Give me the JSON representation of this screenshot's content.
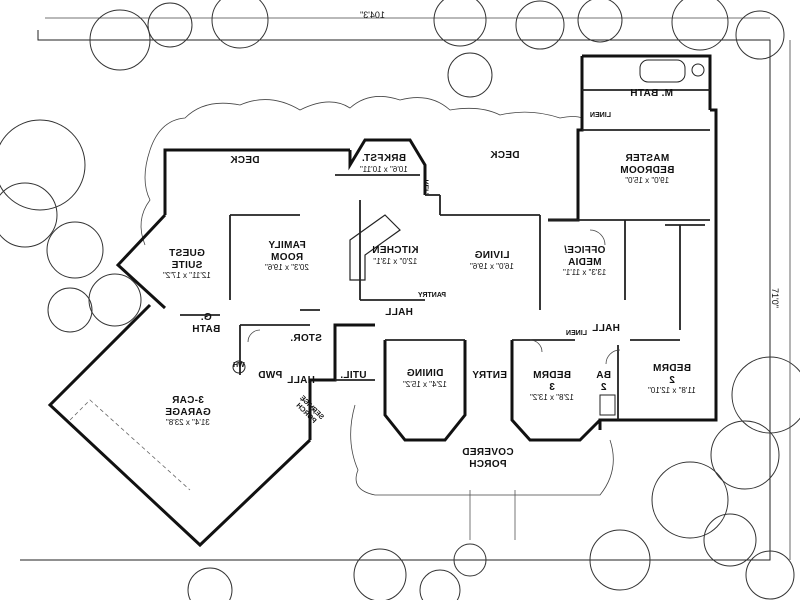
{
  "plan": {
    "overall_width": "104'3\"",
    "overall_depth": "71'0\"",
    "rooms": {
      "m_bath": {
        "name": "M. BATH",
        "dims": ""
      },
      "linen_top": {
        "name": "LINEN",
        "dims": ""
      },
      "master_bedroom": {
        "name_line1": "MASTER",
        "name_line2": "BEDROOM",
        "dims": "19'0\" x 15'0\""
      },
      "deck_left": {
        "name": "DECK",
        "dims": ""
      },
      "deck_right": {
        "name": "DECK",
        "dims": ""
      },
      "brkfst": {
        "name": "BRKFST.",
        "dims": "10'6\" x 10'11\""
      },
      "family_room": {
        "name_line1": "FAMILY",
        "name_line2": "ROOM",
        "dims": "20'3\" x 19'6\""
      },
      "kitchen": {
        "name": "KITCHEN",
        "dims": "12'0\" x 13'1\""
      },
      "living": {
        "name": "LIVING",
        "dims": "16'0\" x 19'6\""
      },
      "office_media": {
        "name_line1": "OFFICE/",
        "name_line2": "MEDIA",
        "dims": "13'3\" x 11'1\""
      },
      "guest_suite": {
        "name_line1": "GUEST",
        "name_line2": "SUITE",
        "dims": "12'11\" x 17'2\""
      },
      "g_bath": {
        "name_line1": "G.",
        "name_line2": "BATH"
      },
      "stor": {
        "name": "STOR."
      },
      "pantry": {
        "name": "PANTRY"
      },
      "linen_mid": {
        "name": "LINEN"
      },
      "hall_mid": {
        "name": "HALL"
      },
      "hall_right": {
        "name": "HALL"
      },
      "hall_left": {
        "name": "HALL"
      },
      "pwd": {
        "name": "PWD"
      },
      "util": {
        "name": "UTIL."
      },
      "dining": {
        "name": "DINING",
        "dims": "12'4\" x 15'2\""
      },
      "entry": {
        "name": "ENTRY"
      },
      "bedrm3": {
        "name_line1": "BEDRM",
        "name_line2": "3",
        "dims": "12'8\" x 13'2\""
      },
      "ba2": {
        "name_line1": "BA",
        "name_line2": "2"
      },
      "bedrm2": {
        "name_line1": "BEDRM",
        "name_line2": "2",
        "dims": "11'8\" x 12'10\""
      },
      "garage": {
        "name_line1": "3-CAR",
        "name_line2": "GARAGE",
        "dims": "31'4\" x 23'8\""
      },
      "service_porch": {
        "name_line1": "SERVICE",
        "name_line2": "PORCH"
      },
      "covered_porch": {
        "name_line1": "COVERED",
        "name_line2": "PORCH"
      }
    },
    "fixtures": {
      "ref": "REF.",
      "wh": "WH"
    }
  }
}
